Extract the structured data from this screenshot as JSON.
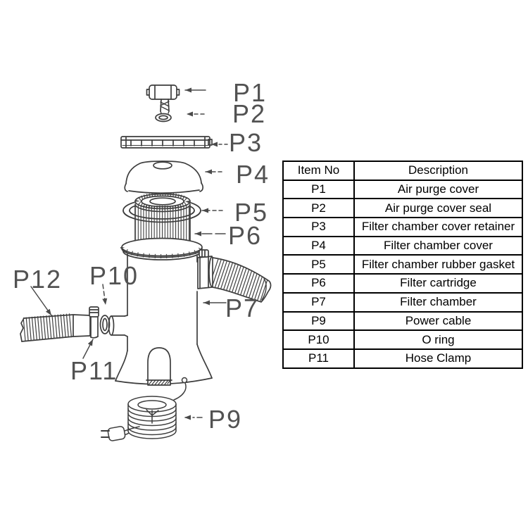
{
  "table": {
    "headers": {
      "item": "Item No",
      "desc": "Description"
    },
    "rows": [
      {
        "item": "P1",
        "desc": "Air purge cover"
      },
      {
        "item": "P2",
        "desc": "Air purge cover seal"
      },
      {
        "item": "P3",
        "desc": "Filter chamber cover retainer"
      },
      {
        "item": "P4",
        "desc": "Filter chamber cover"
      },
      {
        "item": "P5",
        "desc": "Filter chamber rubber gasket"
      },
      {
        "item": "P6",
        "desc": "Filter cartridge"
      },
      {
        "item": "P7",
        "desc": "Filter chamber"
      },
      {
        "item": "P9",
        "desc": "Power cable"
      },
      {
        "item": "P10",
        "desc": "O ring"
      },
      {
        "item": "P11",
        "desc": "Hose Clamp"
      }
    ]
  },
  "diagram": {
    "line_color": "#3d3d3d",
    "labels": [
      {
        "id": "p1",
        "text": "P1"
      },
      {
        "id": "p2",
        "text": "P2"
      },
      {
        "id": "p3",
        "text": "P3"
      },
      {
        "id": "p4",
        "text": "P4"
      },
      {
        "id": "p5",
        "text": "P5"
      },
      {
        "id": "p6",
        "text": "P6"
      },
      {
        "id": "p7",
        "text": "P7"
      },
      {
        "id": "p9",
        "text": "P9"
      },
      {
        "id": "p10",
        "text": "P10"
      },
      {
        "id": "p11",
        "text": "P11"
      },
      {
        "id": "p12",
        "text": "P12"
      }
    ]
  }
}
